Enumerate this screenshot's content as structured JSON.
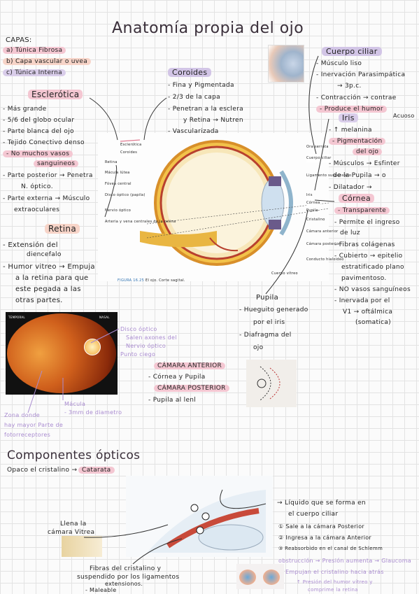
{
  "title": "Anatomía propia del ojo",
  "capas": {
    "heading": "CAPAS:",
    "items": [
      "a) Túnica Fibrosa",
      "b) Capa vascular o uvea",
      "c) Túnica Interna"
    ]
  },
  "esclerotica": {
    "heading": "Esclerótica",
    "items": [
      "- Más grande",
      "- 5/6 del globo ocular",
      "- Parte blanca del ojo",
      "- Tejido Conectivo denso",
      "- No muchos vasos",
      "sanguineos",
      "- Parte posterior → Penetra",
      "N. óptico.",
      "- Parte externa → Músculo",
      "extraoculares"
    ]
  },
  "retina": {
    "heading": "Retina",
    "items": [
      "- Extensión del",
      "diencefalo",
      "- Humor vitreo → Empuja",
      "a la retina para que",
      "este pegada a las",
      "otras partes."
    ]
  },
  "coroides": {
    "heading": "Coroides",
    "items": [
      "- Fina y Pigmentada",
      "- 2/3 de la capa",
      "- Penetran a la esclera",
      "y Retina → Nutren",
      "- Vascularizada"
    ]
  },
  "cuerpo_ciliar": {
    "heading": "Cuerpo ciliar",
    "items": [
      "- Músculo liso",
      "- Inervación Parasimpática",
      "→ 3p.c.",
      "- Contracción → contrae",
      "- Produce el humor",
      "Acuoso"
    ]
  },
  "iris": {
    "heading": "Iris",
    "items": [
      "- ↑ melanina",
      "- Pigmentación",
      "del ojo",
      "- Músculos → Esfinter",
      "de la Pupila → o",
      "- Dilatador →"
    ]
  },
  "cornea": {
    "heading": "Córnea",
    "items": [
      "- Transparente",
      "- Permite el ingreso",
      "de luz",
      "- Fibras colágenas",
      "- Cubierto → epitelio",
      "estratificado plano",
      "pavimentoso.",
      "- NO vasos sanguíneos",
      "- Inervada por el",
      "V1 → oftálmica",
      "(somatica)"
    ]
  },
  "pupila": {
    "heading": "Pupila",
    "items": [
      "- Hueguito generado",
      "por el iris",
      "- Diafragma del",
      "ojo"
    ]
  },
  "diagram": {
    "labels_left": [
      "Esclerótica",
      "Coroides",
      "Retina",
      "Mácula lútea",
      "Fóvea central",
      "Disco óptico (papila)",
      "Nervio óptico",
      "Arteria y vena centrales de la retina"
    ],
    "labels_right": [
      "Ora serrata",
      "Cuerpo ciliar",
      "Ligamento suspensorio",
      "Iris",
      "Córnea",
      "Pupila",
      "Cristalino",
      "Cámara anterior",
      "Cámara posterior",
      "Conducto hialoideo",
      "Cuerpo vítreo"
    ],
    "caption_fig": "FIGURA 16.25",
    "caption_text": "El ojo. Corte sagital."
  },
  "fondo": {
    "top_left": "TEMPORAL",
    "top_right": "NASAL",
    "notes": [
      "Disco óptico",
      "Salen axones del",
      "Nervio óptico",
      "Punto ciego"
    ],
    "macula": [
      "Mácula",
      "- 3mm de diametro"
    ],
    "zona": [
      "Zona donde",
      "hay mayor Parte de",
      "fotorreceptores"
    ]
  },
  "camaras": {
    "anterior_heading": "CÁMARA ANTERIOR",
    "anterior_item": "- Córnea y Pupila",
    "posterior_heading": "CÁMARA POSTERIOR",
    "posterior_item": "- Pupila al lenl"
  },
  "componentes": {
    "heading": "Componentes ópticos",
    "opaco": "Opaco el cristalino →",
    "catarata": "Catarata",
    "camara_vitrea": [
      "Llena la",
      "cámara Vitrea"
    ],
    "liquido": [
      "→ Líquido que se forma en",
      "el cuerpo ciliar"
    ],
    "steps": [
      "① Sale a la cámara Posterior",
      "② Ingresa a la cámara Anterior",
      "③ Reabsorbido en el canal de Schlemm"
    ],
    "obstruccion": "obstrucción → Presión aumenta → Glaucoma",
    "empujan": "Empujan el cristalino hacia atrás",
    "presion": [
      "↑ Presión del humor vítreo y",
      "comprime la retina"
    ],
    "fibras": [
      "Fibras del cristalino y",
      "suspendido por los ligamentos",
      "extensionos.",
      "- Maleable"
    ]
  },
  "colors": {
    "pink": "#f4c7d2",
    "purple": "#d9cdea",
    "accent_purple": "#a98bd0",
    "grid": "#e3e3e3"
  }
}
